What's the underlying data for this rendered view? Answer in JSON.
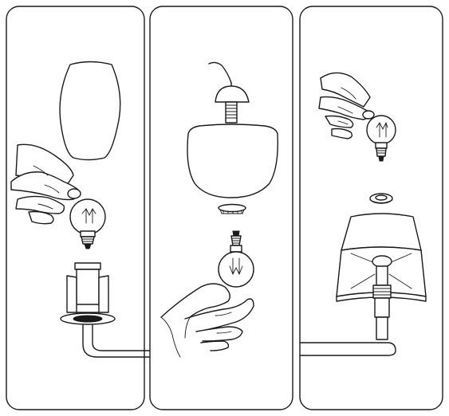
{
  "figure": {
    "panel_count": 3,
    "steps": [
      {
        "step": 1,
        "illustration": "hand-inserting-bulb-into-table-lamp-socket-with-glass-shade"
      },
      {
        "step": 2,
        "illustration": "hand-holding-bulb-below-pendant-with-shade-and-ring-nut"
      },
      {
        "step": 3,
        "illustration": "hand-holding-bulb-above-wall-light-with-square-shade-and-ring"
      }
    ],
    "colors": {
      "line": "#1a1a1a",
      "background": "#ffffff"
    }
  }
}
